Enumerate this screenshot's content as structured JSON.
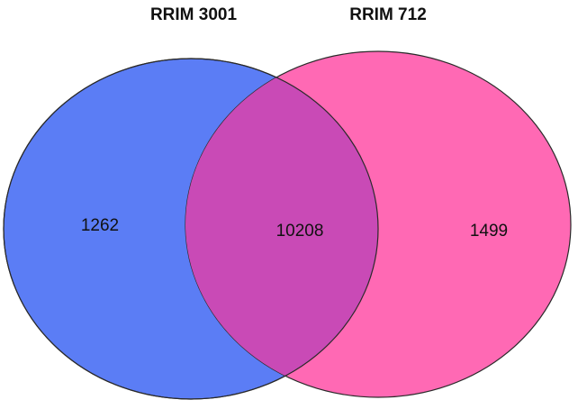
{
  "diagram": {
    "type": "venn",
    "sets": [
      {
        "id": "left",
        "label": "RRIM 3001",
        "color": "#5B7DF5",
        "only_count": "1262"
      },
      {
        "id": "right",
        "label": "RRIM 712",
        "color": "#FF69B4",
        "only_count": "1499"
      }
    ],
    "intersection_count": "10208",
    "intersection_color": "#C94AB6",
    "outline_color": "#2a2a2a"
  }
}
